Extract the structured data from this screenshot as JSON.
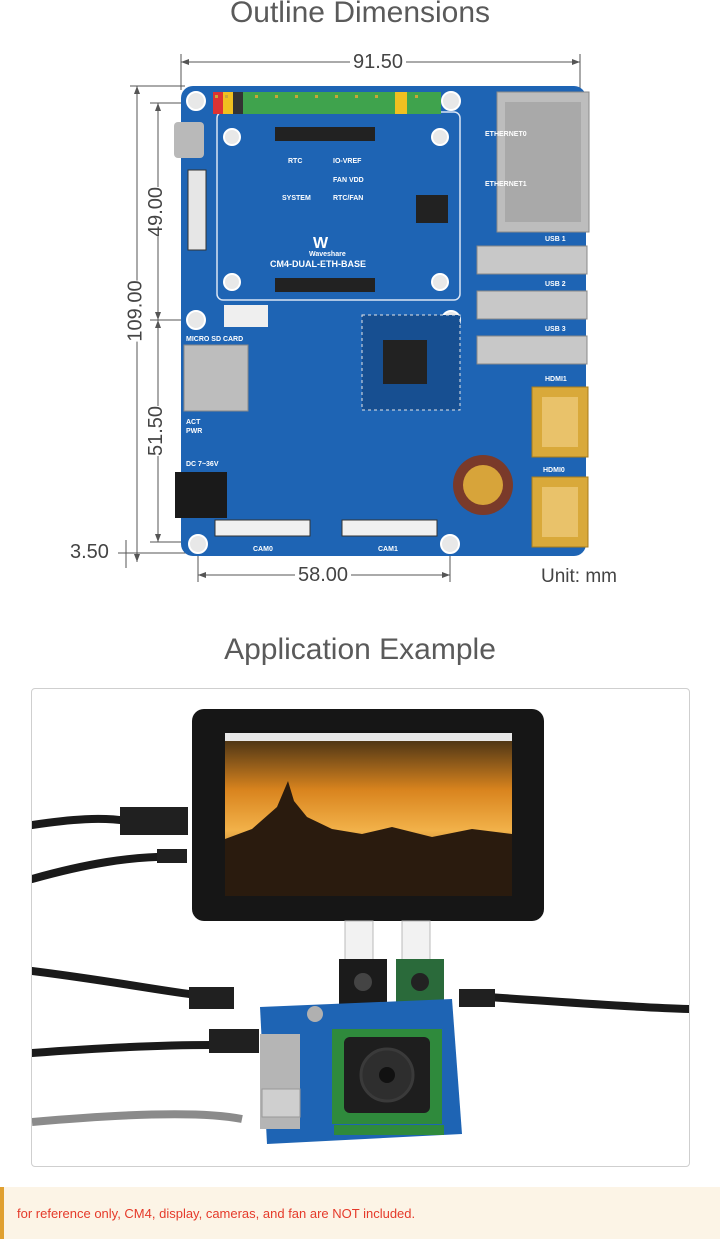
{
  "section1": {
    "title": "Outline Dimensions",
    "dimensions": {
      "width_top": "91.50",
      "height_total": "109.00",
      "height_upper": "49.00",
      "height_lower": "51.50",
      "offset_bottom": "3.50",
      "hole_spacing": "58.00"
    },
    "unit": "Unit: mm",
    "board": {
      "name": "CM4-DUAL-ETH-BASE",
      "brand": "Waveshare",
      "labels": {
        "rtc": "RTC",
        "io_vref": "IO-VREF",
        "fan_vdd": "FAN VDD",
        "system": "SYSTEM",
        "rtc_fan": "RTC/FAN",
        "ethernet0": "ETHERNET0",
        "ethernet1": "ETHERNET1",
        "usb1": "USB 1",
        "usb2": "USB 2",
        "usb3": "USB 3",
        "hdmi1": "HDMI1",
        "hdmi0": "HDMI0",
        "micro_sd": "MICRO SD CARD",
        "act": "ACT",
        "pwr": "PWR",
        "dc": "DC 7~36V",
        "cam0": "CAM0",
        "cam1": "CAM1"
      }
    }
  },
  "section2": {
    "title": "Application Example"
  },
  "note": "for reference only, CM4, display, cameras, and fan are NOT included.",
  "colors": {
    "pcb": "#1e64b4",
    "pcb_dark": "#174f91",
    "header_green": "#3fa34d",
    "note_text": "#e53a2a",
    "note_bg": "#fcf4e6"
  }
}
